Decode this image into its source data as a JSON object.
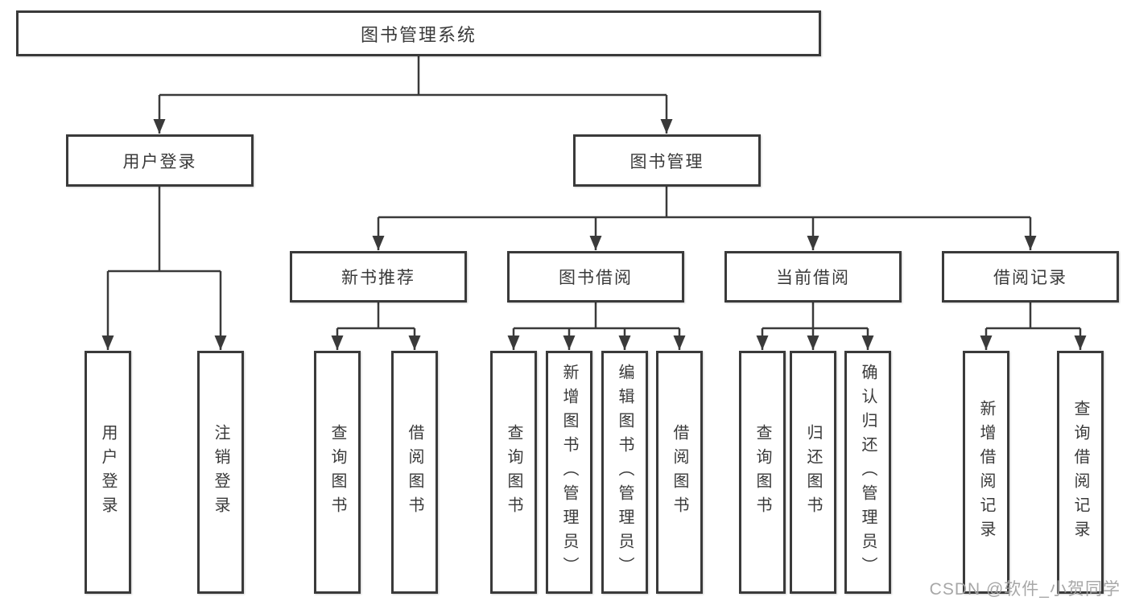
{
  "title": "图书管理系统",
  "watermark": "CSDN @软件_小贺同学",
  "colors": {
    "line": "#3a3a3a",
    "text": "#3a3a3a",
    "background": "#ffffff",
    "watermark": "#a3a3a3"
  },
  "branches": [
    {
      "label": "用户登录"
    },
    {
      "label": "图书管理"
    }
  ],
  "modules": [
    {
      "label": "新书推荐",
      "parent": "图书管理"
    },
    {
      "label": "图书借阅",
      "parent": "图书管理"
    },
    {
      "label": "当前借阅",
      "parent": "图书管理"
    },
    {
      "label": "借阅记录",
      "parent": "图书管理"
    }
  ],
  "functions": [
    {
      "label": "用户登录",
      "parent": "用户登录"
    },
    {
      "label": "注销登录",
      "parent": "用户登录"
    },
    {
      "label": "查询图书",
      "parent": "新书推荐"
    },
    {
      "label": "借阅图书",
      "parent": "新书推荐"
    },
    {
      "label": "查询图书",
      "parent": "图书借阅"
    },
    {
      "label": "新增图书（管理员）",
      "parent": "图书借阅"
    },
    {
      "label": "编辑图书（管理员）",
      "parent": "图书借阅"
    },
    {
      "label": "借阅图书",
      "parent": "图书借阅"
    },
    {
      "label": "查询图书",
      "parent": "当前借阅"
    },
    {
      "label": "归还图书",
      "parent": "当前借阅"
    },
    {
      "label": "确认归还（管理员）",
      "parent": "当前借阅"
    },
    {
      "label": "新增借阅记录",
      "parent": "借阅记录"
    },
    {
      "label": "查询借阅记录",
      "parent": "借阅记录"
    }
  ]
}
